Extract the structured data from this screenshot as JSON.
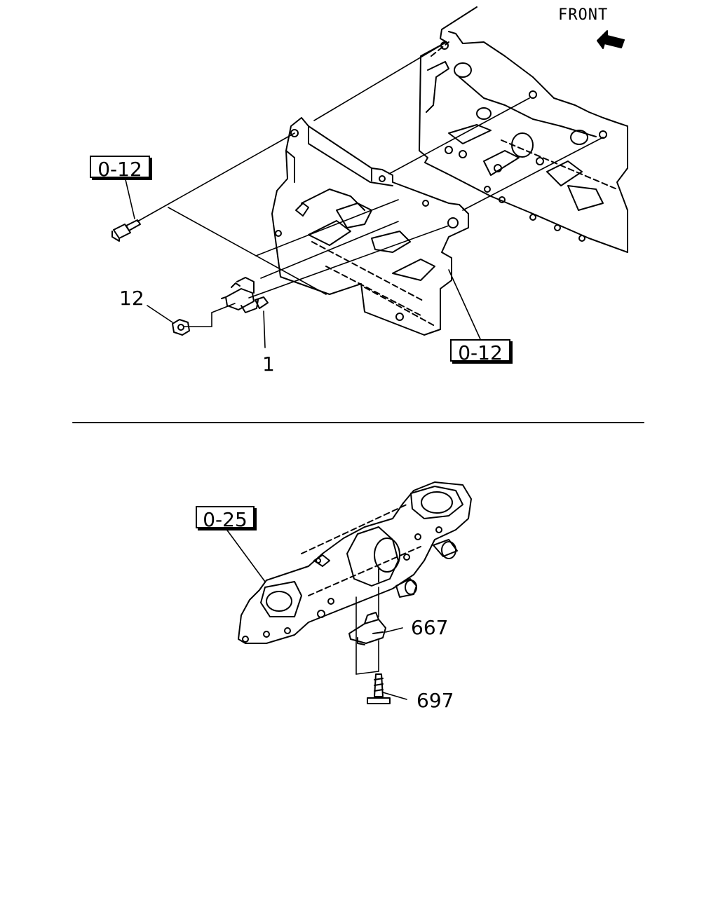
{
  "orientation": {
    "label": "FRONT",
    "icon": "arrow-up-left-icon"
  },
  "upper_view": {
    "ref_bolt": "0-12",
    "ref_block": "0-12",
    "part_nut": "12",
    "part_sensor": "1"
  },
  "lower_view": {
    "ref_manifold": "0-25",
    "part_sensor": "667",
    "part_bolt": "697"
  },
  "colors": {
    "line": "#000000",
    "background": "#ffffff"
  }
}
